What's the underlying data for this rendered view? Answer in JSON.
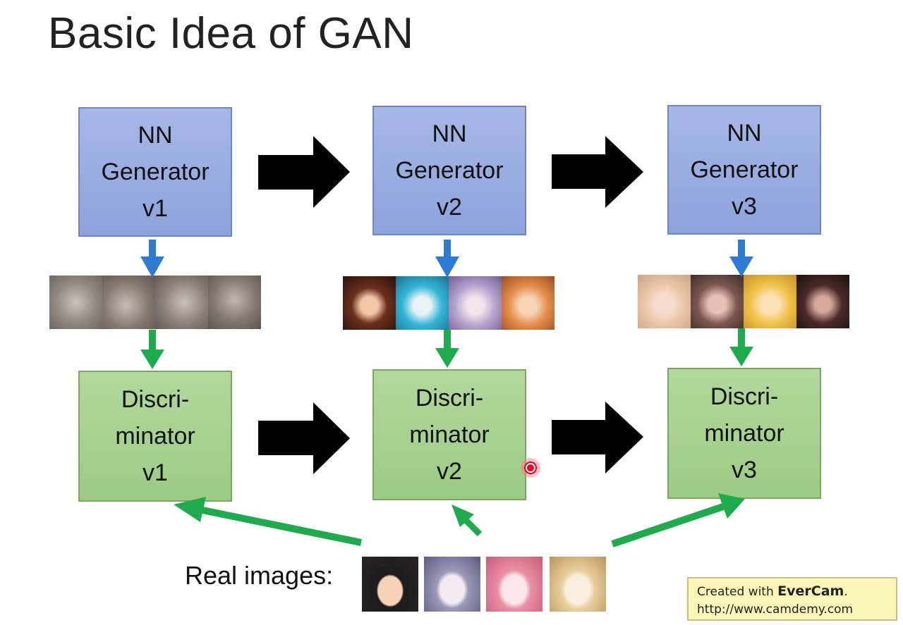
{
  "slide": {
    "title": "Basic Idea of GAN"
  },
  "generators": [
    {
      "line1": "NN",
      "line2": "Generator",
      "line3": "v1"
    },
    {
      "line1": "NN",
      "line2": "Generator",
      "line3": "v2"
    },
    {
      "line1": "NN",
      "line2": "Generator",
      "line3": "v3"
    }
  ],
  "discriminators": [
    {
      "line1": "Discri-",
      "line2": "minator",
      "line3": "v1"
    },
    {
      "line1": "Discri-",
      "line2": "minator",
      "line3": "v2"
    },
    {
      "line1": "Discri-",
      "line2": "minator",
      "line3": "v3"
    }
  ],
  "real_images": {
    "label": "Real images:"
  },
  "watermark": {
    "prefix": "Created with ",
    "brand": "EverCam",
    "suffix": ".",
    "url": "http://www.camdemy.com"
  },
  "colors": {
    "generator_fill": "#8ea2dc",
    "discriminator_fill": "#9ccb84",
    "blue_arrow": "#2d7bd2",
    "green_arrow": "#1faa4e",
    "black_arrow": "#000000"
  }
}
